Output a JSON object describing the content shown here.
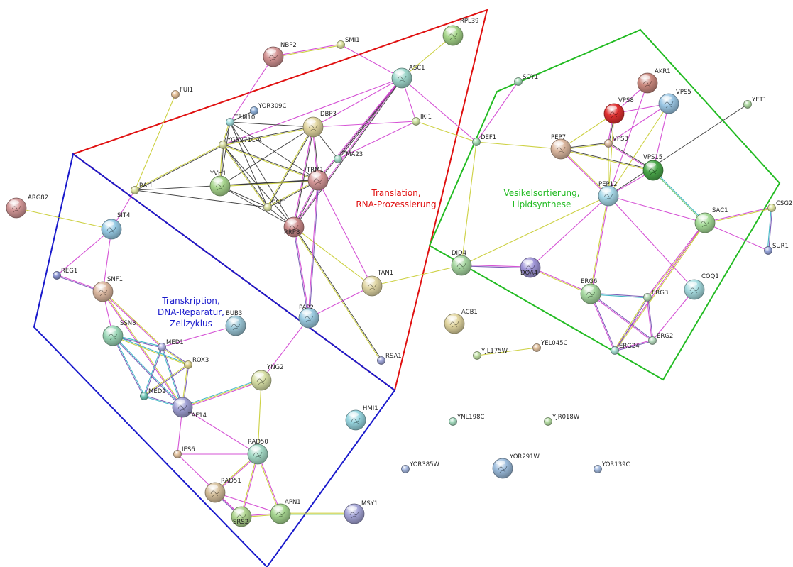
{
  "colors": {
    "cluster_translation": "#e01010",
    "cluster_transcription": "#1a1acc",
    "cluster_vesicle": "#22bb22",
    "edge_dark": "#333333",
    "edge_magenta": "#d040d0",
    "edge_yellow": "#c8cc30",
    "edge_green": "#60c060",
    "edge_cyan": "#30b0c0",
    "edge_purple": "#7050b0"
  },
  "clusters": [
    {
      "id": "translation",
      "color_key": "cluster_translation",
      "label_lines": [
        "Translation,",
        "RNA-Prozessierung"
      ]
    },
    {
      "id": "transcription",
      "color_key": "cluster_transcription",
      "label_lines": [
        "Transkription,",
        "DNA-Reparatur,",
        "Zellzyklus"
      ]
    },
    {
      "id": "vesicle",
      "color_key": "cluster_vesicle",
      "label_lines": [
        "Vesikelsortierung,",
        "Lipidsynthese"
      ]
    }
  ],
  "nodes": [
    {
      "id": "RPL39",
      "color": "#a6d68a",
      "size": "large"
    },
    {
      "id": "SMI1",
      "color": "#dde2a0",
      "size": "small"
    },
    {
      "id": "NBP2",
      "color": "#d49494",
      "size": "large"
    },
    {
      "id": "ASC1",
      "color": "#9fd8cc",
      "size": "large"
    },
    {
      "id": "FUI1",
      "color": "#e7c29a",
      "size": "small"
    },
    {
      "id": "YOR309C",
      "color": "#90b2dc",
      "size": "small"
    },
    {
      "id": "TRM10",
      "color": "#a6e2e2",
      "size": "small"
    },
    {
      "id": "DBP3",
      "color": "#e2d6a0",
      "size": "large"
    },
    {
      "id": "IKI1",
      "color": "#d2e6a6",
      "size": "small"
    },
    {
      "id": "SOY1",
      "color": "#a6dcb8",
      "size": "small"
    },
    {
      "id": "DEF1",
      "color": "#a6dcb2",
      "size": "small"
    },
    {
      "id": "YGR271C-A",
      "color": "#dde2a6",
      "size": "small"
    },
    {
      "id": "TMA23",
      "color": "#a6dcc8",
      "size": "small"
    },
    {
      "id": "YVH1",
      "color": "#a8d68e",
      "size": "large"
    },
    {
      "id": "TRM1",
      "color": "#d69898",
      "size": "large"
    },
    {
      "id": "RAI1",
      "color": "#dde2a0",
      "size": "small"
    },
    {
      "id": "SSF1",
      "color": "#dde2a6",
      "size": "small"
    },
    {
      "id": "RRP8",
      "color": "#cc8a8a",
      "size": "large"
    },
    {
      "id": "ARG82",
      "color": "#d49898",
      "size": "large"
    },
    {
      "id": "SIT4",
      "color": "#98cce6",
      "size": "large"
    },
    {
      "id": "TAN1",
      "color": "#e2d8a6",
      "size": "large"
    },
    {
      "id": "DID4",
      "color": "#a6d6a0",
      "size": "large"
    },
    {
      "id": "REG1",
      "color": "#8a94d2",
      "size": "small"
    },
    {
      "id": "SNF1",
      "color": "#dcb8a0",
      "size": "large"
    },
    {
      "id": "PAP2",
      "color": "#9ccce2",
      "size": "large"
    },
    {
      "id": "BUB3",
      "color": "#9cc8d8",
      "size": "large"
    },
    {
      "id": "SSN8",
      "color": "#9cd8b8",
      "size": "large"
    },
    {
      "id": "MED1",
      "color": "#b0b2e0",
      "size": "small"
    },
    {
      "id": "ROX3",
      "color": "#e0d690",
      "size": "small"
    },
    {
      "id": "YNG2",
      "color": "#d8e0a6",
      "size": "large"
    },
    {
      "id": "RSA1",
      "color": "#a0a6d8",
      "size": "small"
    },
    {
      "id": "MED2",
      "color": "#70c8b8",
      "size": "small"
    },
    {
      "id": "TAF14",
      "color": "#a0a0d4",
      "size": "large"
    },
    {
      "id": "HMI1",
      "color": "#98d6e0",
      "size": "large"
    },
    {
      "id": "IES6",
      "color": "#e2c29e",
      "size": "small"
    },
    {
      "id": "RAD50",
      "color": "#a6dcc8",
      "size": "large"
    },
    {
      "id": "RAD51",
      "color": "#d6c09c",
      "size": "large"
    },
    {
      "id": "SRS2",
      "color": "#b0d690",
      "size": "large"
    },
    {
      "id": "APN1",
      "color": "#a6d690",
      "size": "large"
    },
    {
      "id": "MSY1",
      "color": "#a6a6d8",
      "size": "large"
    },
    {
      "id": "AKR1",
      "color": "#cc8a80",
      "size": "large"
    },
    {
      "id": "VPS8",
      "color": "#e03030",
      "size": "large"
    },
    {
      "id": "VPS5",
      "color": "#9cc8e6",
      "size": "large"
    },
    {
      "id": "YET1",
      "color": "#b2dca6",
      "size": "small"
    },
    {
      "id": "PEP7",
      "color": "#dcb8a0",
      "size": "large"
    },
    {
      "id": "VPS3",
      "color": "#e2c0a6",
      "size": "small"
    },
    {
      "id": "VPS15",
      "color": "#4aa84a",
      "size": "large"
    },
    {
      "id": "PEP12",
      "color": "#a6d8e8",
      "size": "large"
    },
    {
      "id": "SAC1",
      "color": "#a6dc98",
      "size": "large"
    },
    {
      "id": "CSG2",
      "color": "#dde2a0",
      "size": "small"
    },
    {
      "id": "SUR1",
      "color": "#98a6dc",
      "size": "small"
    },
    {
      "id": "DOA4",
      "color": "#a096d8",
      "size": "large"
    },
    {
      "id": "ERG6",
      "color": "#a6d8a0",
      "size": "large"
    },
    {
      "id": "ERG3",
      "color": "#b8dcb8",
      "size": "small"
    },
    {
      "id": "COQ1",
      "color": "#a6dce0",
      "size": "large"
    },
    {
      "id": "ACB1",
      "color": "#e2d6a0",
      "size": "large"
    },
    {
      "id": "ERG2",
      "color": "#b8dcc0",
      "size": "small"
    },
    {
      "id": "ERG24",
      "color": "#a6dcd0",
      "size": "small"
    },
    {
      "id": "YJL175W",
      "color": "#c2e2a6",
      "size": "small"
    },
    {
      "id": "YEL045C",
      "color": "#e2c2a0",
      "size": "small"
    },
    {
      "id": "YNL198C",
      "color": "#a6dcc0",
      "size": "small"
    },
    {
      "id": "YJR018W",
      "color": "#b8e0a6",
      "size": "small"
    },
    {
      "id": "YOR385W",
      "color": "#a6b8e0",
      "size": "small"
    },
    {
      "id": "YOR291W",
      "color": "#9cbcdc",
      "size": "large"
    },
    {
      "id": "YOR139C",
      "color": "#a6bce0",
      "size": "small"
    }
  ],
  "edges": [
    [
      "RPL39",
      "ASC1",
      "yellow"
    ],
    [
      "SMI1",
      "NBP2",
      "yellow,magenta"
    ],
    [
      "SMI1",
      "ASC1",
      "magenta"
    ],
    [
      "NBP2",
      "TRM10",
      "magenta"
    ],
    [
      "ASC1",
      "TMA23",
      "dark,magenta"
    ],
    [
      "ASC1",
      "TRM1",
      "dark,magenta"
    ],
    [
      "ASC1",
      "YGR271C-A",
      "magenta"
    ],
    [
      "ASC1",
      "DBP3",
      "magenta"
    ],
    [
      "ASC1",
      "RRP8",
      "dark,magenta"
    ],
    [
      "ASC1",
      "IKI1",
      "magenta"
    ],
    [
      "ASC1",
      "DEF1",
      "magenta"
    ],
    [
      "IKI1",
      "DBP3",
      "magenta"
    ],
    [
      "IKI1",
      "DEF1",
      "yellow"
    ],
    [
      "IKI1",
      "TMA23",
      "magenta"
    ],
    [
      "SOY1",
      "DEF1",
      "magenta"
    ],
    [
      "DEF1",
      "PEP7",
      "yellow"
    ],
    [
      "DEF1",
      "DID4",
      "yellow"
    ],
    [
      "FUI1",
      "RAI1",
      "yellow"
    ],
    [
      "YOR309C",
      "TRM10",
      "dark"
    ],
    [
      "TRM10",
      "YGR271C-A",
      "dark,yellow"
    ],
    [
      "TRM10",
      "DBP3",
      "dark"
    ],
    [
      "TRM10",
      "TRM1",
      "dark"
    ],
    [
      "TRM10",
      "YVH1",
      "dark"
    ],
    [
      "TRM10",
      "SSF1",
      "dark"
    ],
    [
      "TRM10",
      "RRP8",
      "dark"
    ],
    [
      "YGR271C-A",
      "DBP3",
      "dark,yellow"
    ],
    [
      "YGR271C-A",
      "TRM1",
      "dark,yellow"
    ],
    [
      "YGR271C-A",
      "YVH1",
      "dark,yellow"
    ],
    [
      "YGR271C-A",
      "SSF1",
      "dark,yellow"
    ],
    [
      "YGR271C-A",
      "RRP8",
      "dark"
    ],
    [
      "YGR271C-A",
      "RAI1",
      "dark,yellow"
    ],
    [
      "DBP3",
      "TRM1",
      "dark,magenta"
    ],
    [
      "DBP3",
      "RRP8",
      "dark,magenta"
    ],
    [
      "DBP3",
      "SSF1",
      "dark,yellow"
    ],
    [
      "DBP3",
      "TMA23",
      "dark"
    ],
    [
      "DBP3",
      "YVH1",
      "dark"
    ],
    [
      "YVH1",
      "TRM1",
      "dark,yellow"
    ],
    [
      "YVH1",
      "SSF1",
      "dark"
    ],
    [
      "YVH1",
      "RRP8",
      "dark"
    ],
    [
      "TRM1",
      "SSF1",
      "dark,yellow"
    ],
    [
      "TRM1",
      "RRP8",
      "dark,magenta"
    ],
    [
      "TRM1",
      "TAN1",
      "magenta"
    ],
    [
      "SSF1",
      "RRP8",
      "dark"
    ],
    [
      "SSF1",
      "RAI1",
      "dark"
    ],
    [
      "RAI1",
      "TRM1",
      "dark"
    ],
    [
      "RRP8",
      "PAP2",
      "magenta,purple"
    ],
    [
      "RRP8",
      "RSA1",
      "dark,yellow"
    ],
    [
      "RRP8",
      "TAN1",
      "yellow"
    ],
    [
      "ARG82",
      "SIT4",
      "yellow"
    ],
    [
      "SIT4",
      "SNF1",
      "magenta"
    ],
    [
      "SIT4",
      "REG1",
      "magenta"
    ],
    [
      "SIT4",
      "RAI1",
      "magenta"
    ],
    [
      "REG1",
      "SNF1",
      "magenta,purple"
    ],
    [
      "SNF1",
      "SSN8",
      "magenta"
    ],
    [
      "SNF1",
      "MED1",
      "yellow,magenta"
    ],
    [
      "SNF1",
      "TAF14",
      "yellow,magenta"
    ],
    [
      "SSN8",
      "MED1",
      "cyan,purple"
    ],
    [
      "SSN8",
      "MED2",
      "cyan,purple"
    ],
    [
      "SSN8",
      "TAF14",
      "cyan,purple"
    ],
    [
      "SSN8",
      "ROX3",
      "cyan,yellow"
    ],
    [
      "MED1",
      "ROX3",
      "purple,yellow"
    ],
    [
      "MED1",
      "MED2",
      "purple,cyan"
    ],
    [
      "MED1",
      "TAF14",
      "purple,cyan"
    ],
    [
      "MED1",
      "BUB3",
      "magenta"
    ],
    [
      "ROX3",
      "MED2",
      "purple,yellow"
    ],
    [
      "ROX3",
      "TAF14",
      "purple,yellow"
    ],
    [
      "MED2",
      "TAF14",
      "purple,cyan"
    ],
    [
      "TAF14",
      "YNG2",
      "cyan,yellow,magenta"
    ],
    [
      "TAF14",
      "IES6",
      "magenta"
    ],
    [
      "TAF14",
      "RAD50",
      "magenta"
    ],
    [
      "YNG2",
      "PAP2",
      "magenta"
    ],
    [
      "YNG2",
      "RAD50",
      "yellow"
    ],
    [
      "PAP2",
      "TAN1",
      "magenta"
    ],
    [
      "PAP2",
      "TRM1",
      "magenta,purple"
    ],
    [
      "TAN1",
      "DID4",
      "yellow"
    ],
    [
      "IES6",
      "RAD50",
      "magenta"
    ],
    [
      "IES6",
      "SRS2",
      "magenta"
    ],
    [
      "RAD50",
      "RAD51",
      "magenta,yellow"
    ],
    [
      "RAD50",
      "SRS2",
      "magenta,yellow"
    ],
    [
      "RAD50",
      "APN1",
      "magenta,yellow"
    ],
    [
      "RAD51",
      "SRS2",
      "magenta,purple"
    ],
    [
      "RAD51",
      "APN1",
      "magenta"
    ],
    [
      "SRS2",
      "APN1",
      "magenta,yellow"
    ],
    [
      "APN1",
      "MSY1",
      "yellow,green"
    ],
    [
      "DID4",
      "DOA4",
      "magenta,purple"
    ],
    [
      "DID4",
      "PEP12",
      "yellow"
    ],
    [
      "DOA4",
      "ERG6",
      "magenta,yellow"
    ],
    [
      "DOA4",
      "PEP12",
      "magenta"
    ],
    [
      "AKR1",
      "VPS8",
      "magenta"
    ],
    [
      "AKR1",
      "PEP12",
      "magenta"
    ],
    [
      "VPS8",
      "VPS3",
      "dark,magenta"
    ],
    [
      "VPS8",
      "VPS5",
      "magenta"
    ],
    [
      "VPS8",
      "PEP12",
      "yellow"
    ],
    [
      "VPS8",
      "PEP7",
      "yellow"
    ],
    [
      "VPS5",
      "VPS3",
      "magenta"
    ],
    [
      "VPS5",
      "PEP12",
      "yellow"
    ],
    [
      "VPS5",
      "VPS15",
      "magenta"
    ],
    [
      "YET1",
      "PEP12",
      "dark"
    ],
    [
      "PEP7",
      "VPS3",
      "dark,yellow"
    ],
    [
      "PEP7",
      "VPS15",
      "dark,yellow"
    ],
    [
      "PEP7",
      "PEP12",
      "yellow,magenta"
    ],
    [
      "VPS3",
      "VPS15",
      "dark,magenta"
    ],
    [
      "VPS3",
      "PEP12",
      "yellow"
    ],
    [
      "VPS15",
      "PEP12",
      "magenta"
    ],
    [
      "VPS15",
      "SAC1",
      "cyan,green"
    ],
    [
      "PEP12",
      "SAC1",
      "magenta"
    ],
    [
      "PEP12",
      "ERG6",
      "magenta,yellow"
    ],
    [
      "PEP12",
      "COQ1",
      "magenta"
    ],
    [
      "SAC1",
      "CSG2",
      "magenta,yellow"
    ],
    [
      "SAC1",
      "SUR1",
      "magenta"
    ],
    [
      "SAC1",
      "ERG3",
      "yellow,magenta"
    ],
    [
      "SAC1",
      "ERG24",
      "yellow,magenta"
    ],
    [
      "CSG2",
      "SUR1",
      "purple,cyan"
    ],
    [
      "ERG6",
      "ERG3",
      "purple,cyan"
    ],
    [
      "ERG6",
      "ERG2",
      "purple,magenta"
    ],
    [
      "ERG6",
      "ERG24",
      "purple,magenta"
    ],
    [
      "ERG3",
      "ERG2",
      "purple,magenta"
    ],
    [
      "ERG3",
      "ERG24",
      "purple,yellow"
    ],
    [
      "ERG2",
      "ERG24",
      "purple,magenta"
    ],
    [
      "ERG2",
      "COQ1",
      "magenta"
    ],
    [
      "YJL175W",
      "YEL045C",
      "yellow"
    ]
  ]
}
